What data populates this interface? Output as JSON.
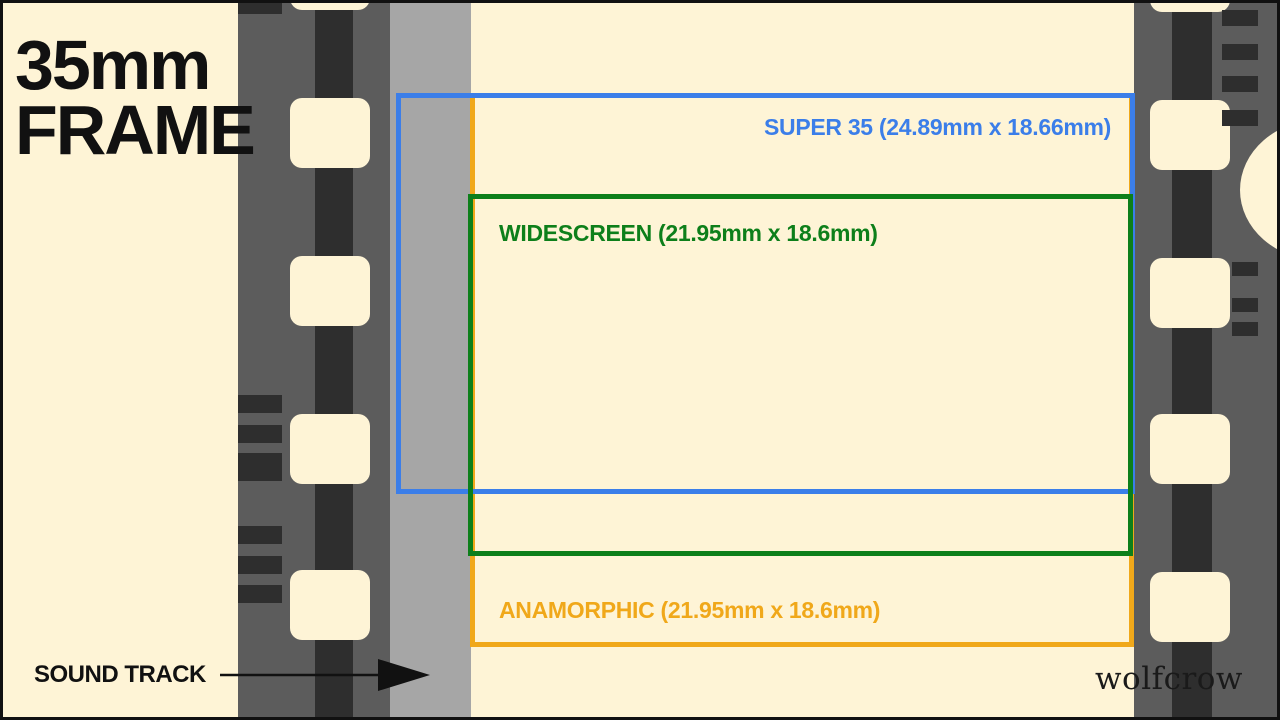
{
  "title": {
    "line1": "35mm",
    "line2": "FRAME"
  },
  "formats": {
    "super35": {
      "label": "SUPER 35 (24.89mm x 18.66mm)",
      "color": "#3b7ee9"
    },
    "widescreen": {
      "label": "WIDESCREEN (21.95mm x 18.6mm)",
      "color": "#0d7f1a"
    },
    "anamorphic": {
      "label": "ANAMORPHIC (21.95mm x 18.6mm)",
      "color": "#f0a81a"
    }
  },
  "sound_track": {
    "label": "SOUND TRACK"
  },
  "watermark": {
    "text": "wolfcrow"
  },
  "colors": {
    "film_base": "#fef4d6",
    "film_edge_dark": "#2e2e2e",
    "film_edge_mid": "#5c5c5c",
    "sound_track": "#a6a6a6",
    "text": "#111111"
  }
}
